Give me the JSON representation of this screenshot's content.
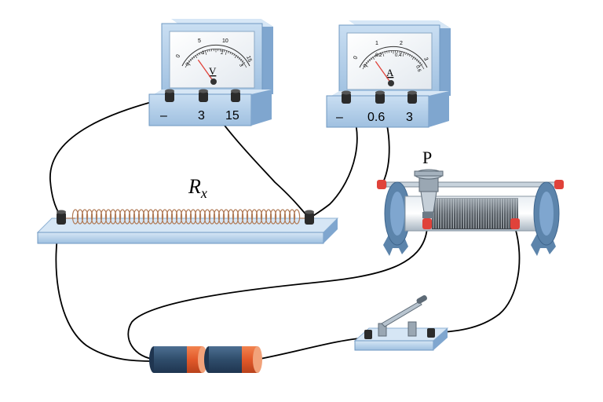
{
  "voltmeter": {
    "unit": "V",
    "scale_top": [
      "0",
      "5",
      "10",
      "15"
    ],
    "scale_bottom": [
      "0",
      "1",
      "2",
      "3"
    ],
    "terminals": [
      "–",
      "3",
      "15"
    ],
    "needle_value": 0.15
  },
  "ammeter": {
    "unit": "A",
    "scale_top": [
      "0",
      "1",
      "2",
      "3"
    ],
    "scale_bottom": [
      "0",
      "0.2",
      "0.4",
      "0.6"
    ],
    "terminals": [
      "–",
      "0.6",
      "3"
    ],
    "needle_value": 0.15
  },
  "resistor": {
    "label_main": "R",
    "label_sub": "x"
  },
  "rheostat": {
    "slider_label": "P"
  },
  "colors": {
    "panel_blue": "#a9c9e6",
    "panel_dark": "#6f98c2",
    "terminal_black": "#2b2b2b",
    "battery_blue": "#2f4d6b",
    "battery_orange": "#e2592a",
    "wire": "#000000",
    "coil": "#b07a56"
  }
}
